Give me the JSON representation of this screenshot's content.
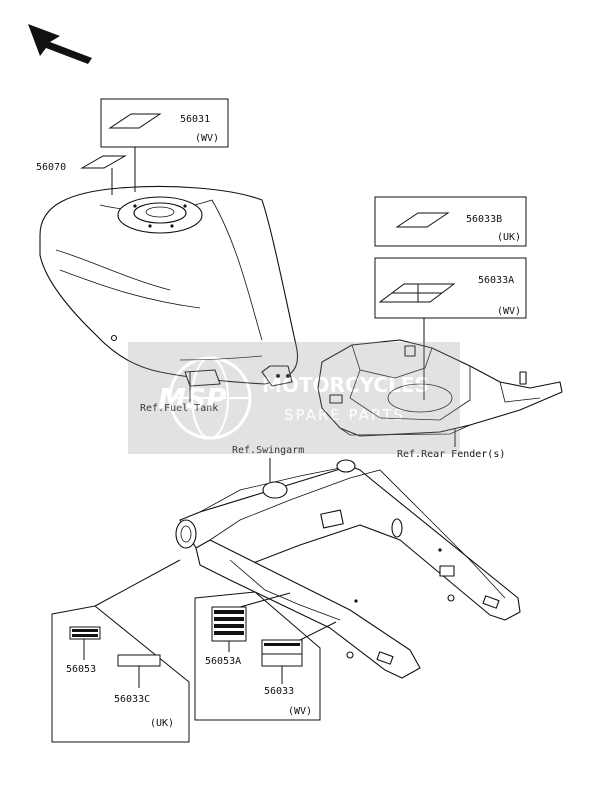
{
  "labels": {
    "p56031": "56031",
    "wv1": "(WV)",
    "p56070": "56070",
    "p56033b": "56033B",
    "uk1": "(UK)",
    "p56033a": "56033A",
    "wv2": "(WV)",
    "ref_fuel_tank": "Ref.Fuel Tank",
    "ref_rear_fender": "Ref.Rear Fender(s)",
    "ref_swingarm": "Ref.Swingarm",
    "p56053": "56053",
    "p56033c": "56033C",
    "uk2": "(UK)",
    "p56053a": "56053A",
    "p56033": "56033",
    "wv3": "(WV)"
  },
  "watermark": {
    "logo": "MSP",
    "line1": "MOTORCYCLES",
    "line2": "SPARE PARTS",
    "color": "#c0392b"
  },
  "icons": {
    "orientation_arrow": "arrow-up-left-icon"
  }
}
